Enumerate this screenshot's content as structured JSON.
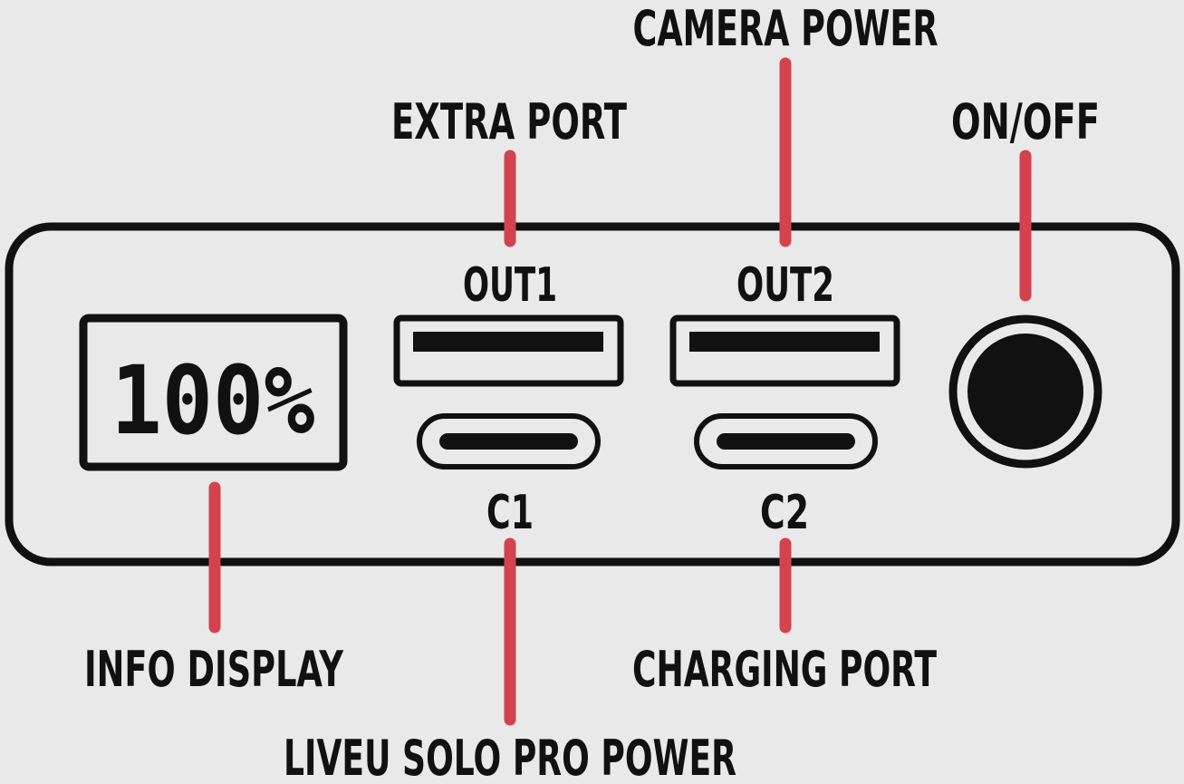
{
  "colors": {
    "background": "#e9e9e9",
    "outline": "#111111",
    "leader": "#d4424e"
  },
  "display": {
    "reading": "100%"
  },
  "ports": {
    "out1": "OUT1",
    "out2": "OUT2",
    "c1": "C1",
    "c2": "C2"
  },
  "callouts": {
    "extra_port": "EXTRA PORT",
    "camera_power": "CAMERA POWER",
    "on_off": "ON/OFF",
    "info_display": "INFO DISPLAY",
    "charging_port": "CHARGING PORT",
    "liveu_power": "LIVEU SOLO PRO POWER"
  }
}
